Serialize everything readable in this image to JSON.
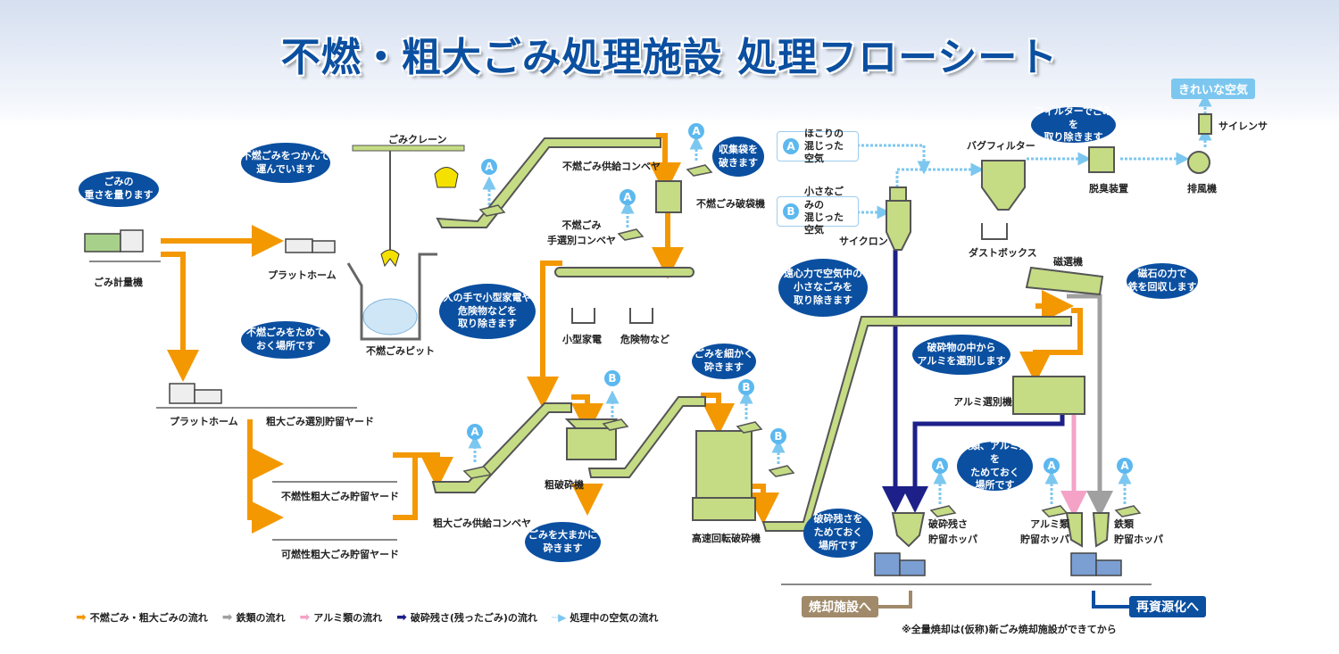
{
  "title": "不燃・粗大ごみ処理施設 処理フローシート",
  "colors": {
    "title": "#0b4fa0",
    "bubble": "#0b4fa0",
    "machine_fill": "#c5dc84",
    "flow_waste": "#f39800",
    "flow_iron": "#a0a0a0",
    "flow_aluminum": "#f4a3c7",
    "flow_residue": "#1d2088",
    "flow_air": "#7cc7ef"
  },
  "labels": {
    "scale": "ごみ計量機",
    "platform1": "プラットホーム",
    "crane": "ごみクレーン",
    "pit": "不燃ごみピット",
    "feed_conveyor": "不燃ごみ供給コンベヤ",
    "bag_breaker": "不燃ごみ破袋機",
    "hand_sort_conveyor": "不燃ごみ\n手選別コンベヤ",
    "small_appliances": "小型家電",
    "hazardous": "危険物など",
    "platform2": "プラットホーム",
    "bulky_sort_yard": "粗大ごみ選別貯留ヤード",
    "nonburn_bulky_yard": "不燃性粗大ごみ貯留ヤード",
    "burn_bulky_yard": "可燃性粗大ごみ貯留ヤード",
    "bulky_feed_conveyor": "粗大ごみ供給コンベヤ",
    "coarse_crusher": "粗破砕機",
    "high_speed_crusher": "高速回転破砕機",
    "cyclone": "サイクロン",
    "bag_filter": "バグフィルター",
    "dust_box": "ダストボックス",
    "deodorizer": "脱臭装置",
    "exhaust_fan": "排風機",
    "silencer": "サイレンサ",
    "clean_air": "きれいな空気",
    "magnetic_separator": "磁選機",
    "aluminum_separator": "アルミ選別機",
    "residue_hopper": "破砕残さ\n貯留ホッパ",
    "aluminum_hopper": "アルミ類\n貯留ホッパ",
    "iron_hopper": "鉄類\n貯留ホッパ",
    "to_incinerator": "焼却施設へ",
    "to_recycling": "再資源化へ"
  },
  "air_sources": [
    {
      "tag": "A",
      "text": "ほこりの\n混じった空気"
    },
    {
      "tag": "B",
      "text": "小さなごみの\n混じった空気"
    }
  ],
  "bubbles": {
    "scale": "ごみの\n重さを量ります",
    "crane": "不燃ごみをつかんで\n運んでいます",
    "pit": "不燃ごみをためて\nおく場所です",
    "bag_breaker": "収集袋を\n破きます",
    "hand_sort": "人の手で小型家電や\n危険物などを\n取り除きます",
    "coarse_crusher": "ごみを大まかに\n砕きます",
    "high_speed_crusher": "ごみを細かく\n砕きます",
    "cyclone": "遠心力で空気中の\n小さなごみを\n取り除きます",
    "bag_filter": "フィルターでごみを\n取り除きます",
    "magnetic": "磁石の力で\n鉄を回収します",
    "aluminum": "破砕物の中から\nアルミを選別します",
    "residue_hopper": "破砕残さを\nためておく\n場所です",
    "metal_hopper": "鉄類、アルミ類を\nためておく\n場所です"
  },
  "legend": [
    {
      "name": "waste",
      "label": "不燃ごみ・粗大ごみの流れ"
    },
    {
      "name": "iron",
      "label": "鉄類の流れ"
    },
    {
      "name": "aluminum",
      "label": "アルミ類の流れ"
    },
    {
      "name": "residue",
      "label": "破砕残さ(残ったごみ)の流れ"
    },
    {
      "name": "air",
      "label": "処理中の空気の流れ"
    }
  ],
  "note": "※全量焼却は(仮称)新ごみ焼却施設ができてから"
}
